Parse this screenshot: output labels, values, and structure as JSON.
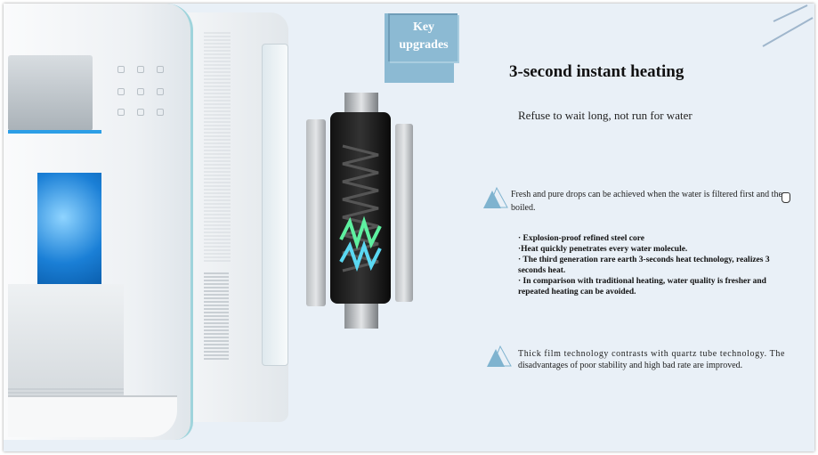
{
  "badge": {
    "line1": "Key",
    "line2": "upgrades"
  },
  "title": "3-second instant heating",
  "subtitle": "Refuse to wait long, not run for water",
  "point1": "Fresh and pure drops can be achieved when the water is filtered first and then boiled.",
  "bullets": [
    "· Explosion-proof refined steel core",
    "·Heat quickly penetrates every water molecule.",
    "· The third generation rare earth 3-seconds heat technology, realizes 3 seconds heat.",
    "· In comparison with traditional heating, water quality is fresher and repeated heating can be avoided."
  ],
  "point2": {
    "line1": "Thick film technology contrasts with quartz tube technology.  The",
    "line2": "disadvantages of poor stability and high bad rate are improved."
  },
  "colors": {
    "background": "#e9f0f7",
    "accent": "#8cbad3",
    "triangle": "#7fb3cf"
  }
}
